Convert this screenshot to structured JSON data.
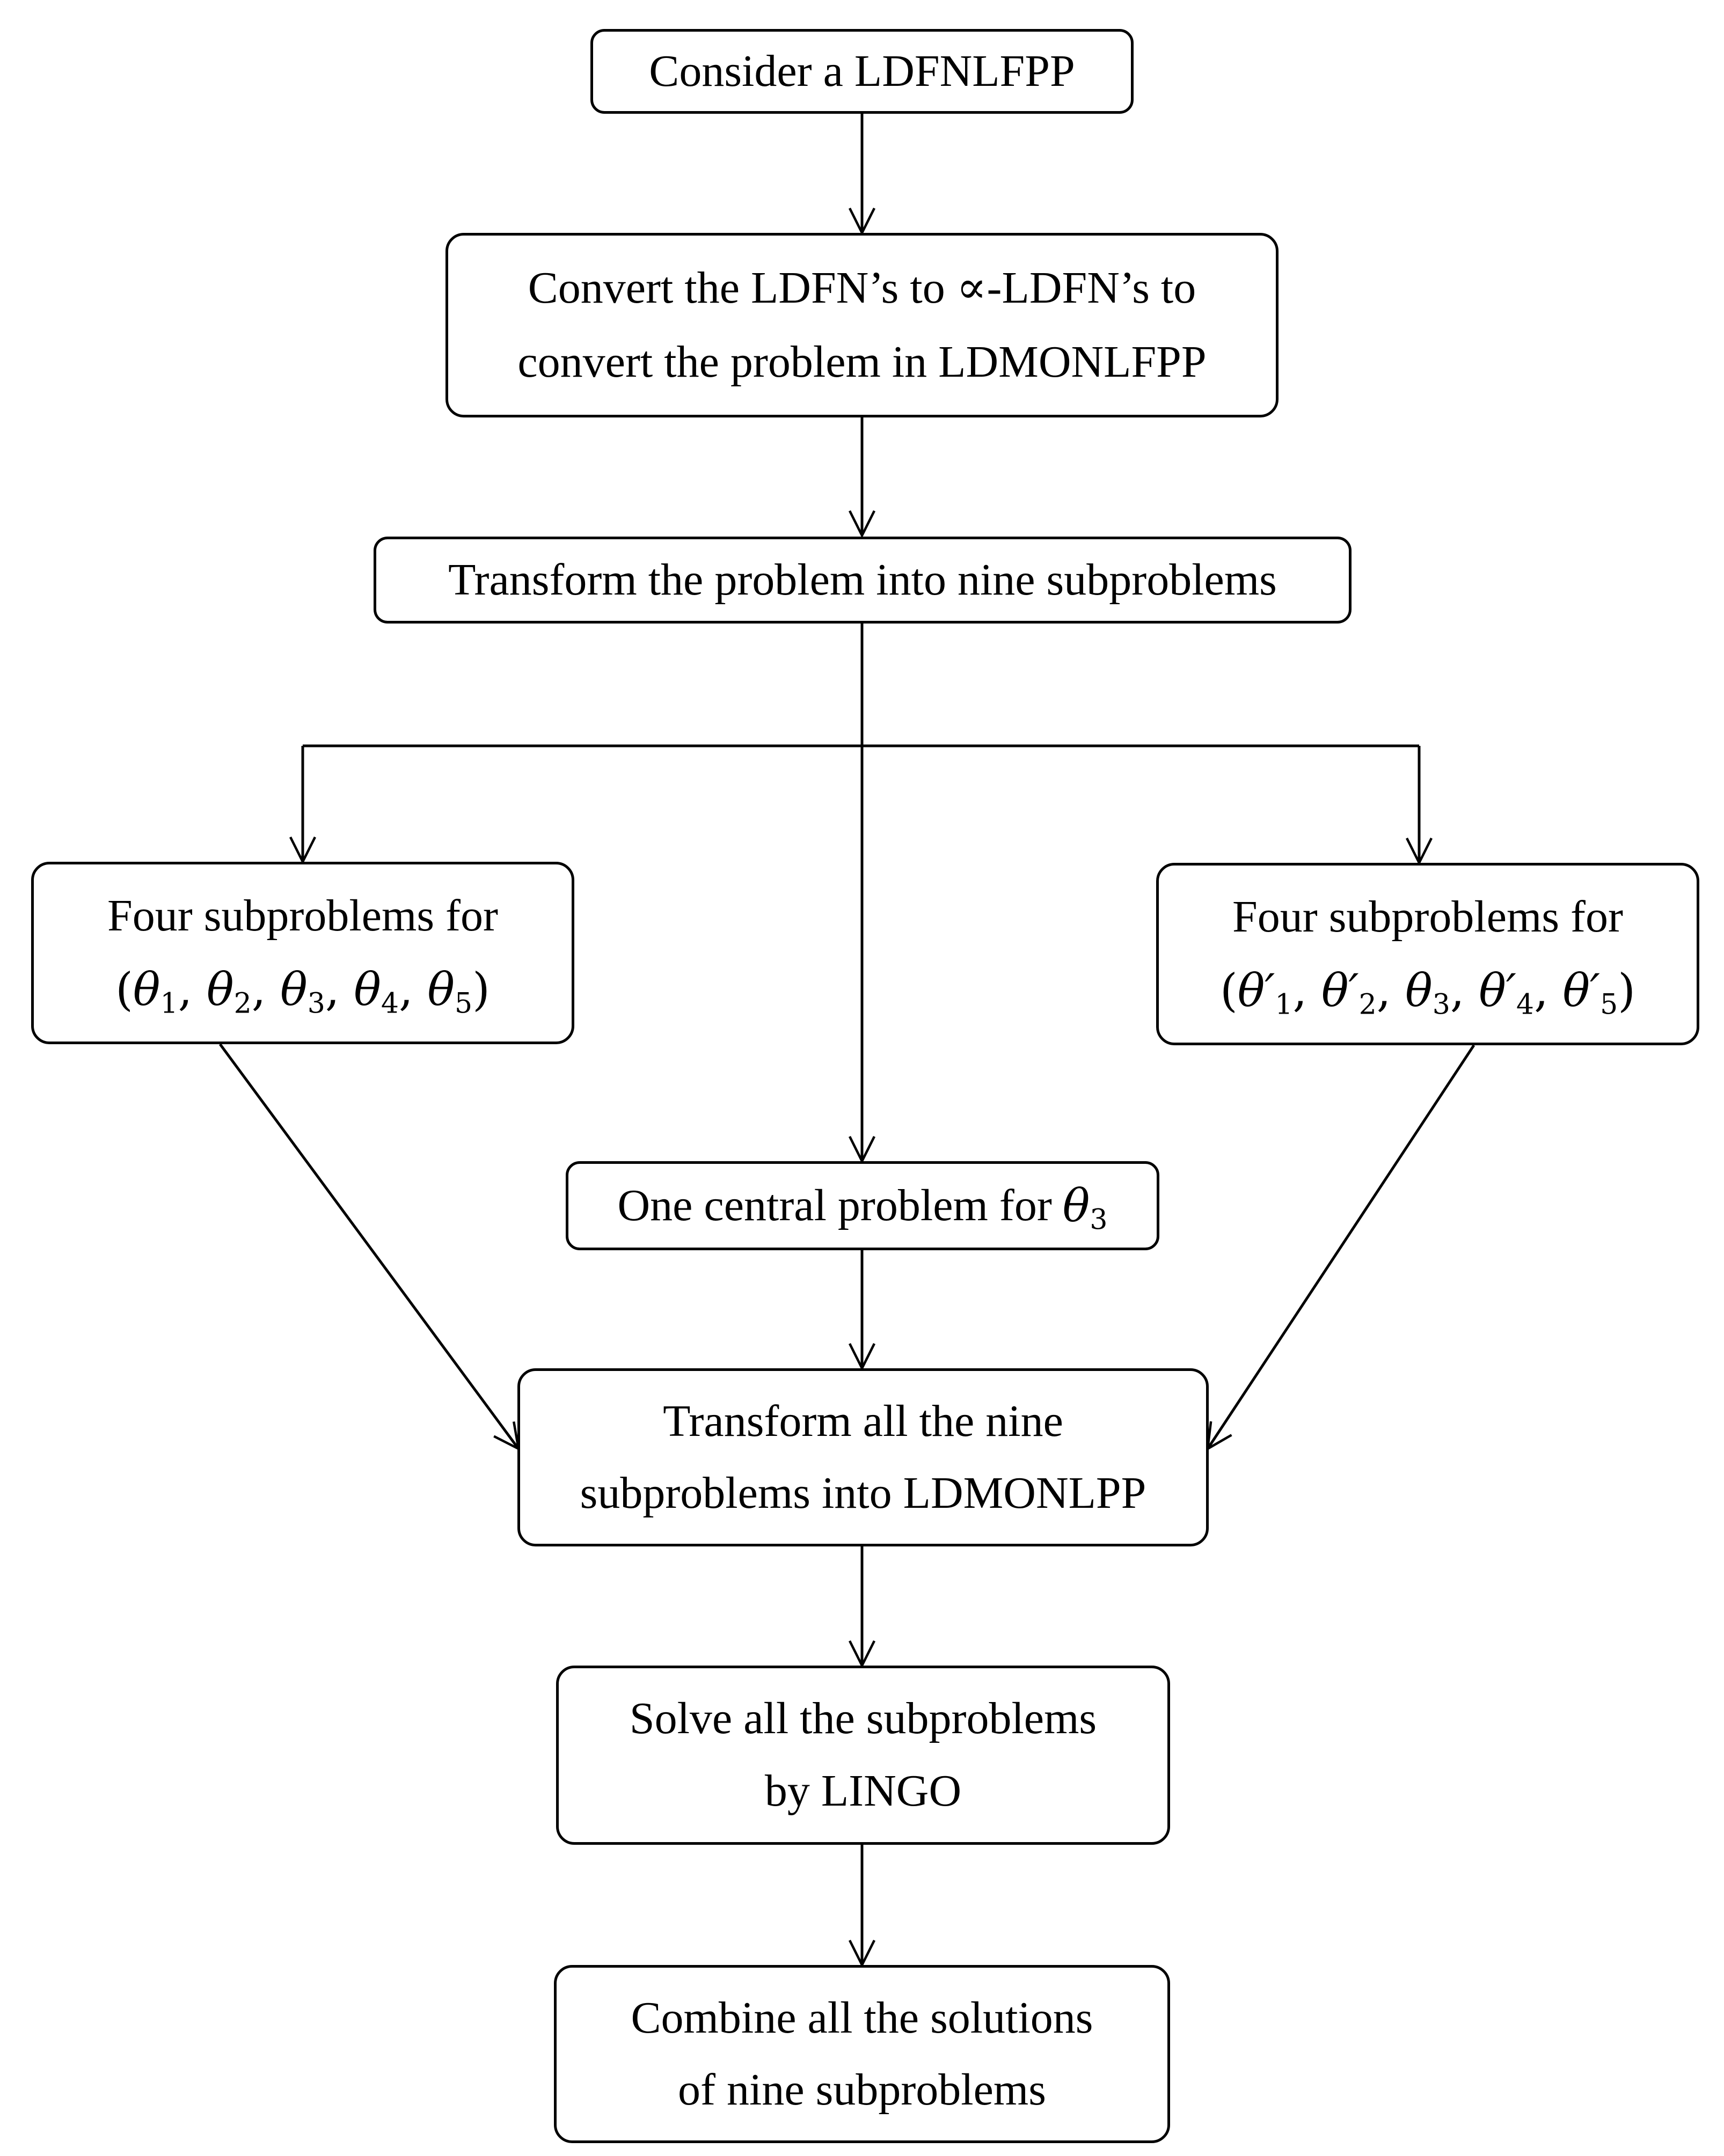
{
  "nodes": {
    "start": {
      "line1": "Consider a LDFNLFPP"
    },
    "convert": {
      "line1": "Convert the LDFN’s to ∝-LDFN’s to",
      "line2": "convert the problem in LDMONLFPP"
    },
    "transform_nine": {
      "line1": "Transform the problem into nine subproblems"
    },
    "left": {
      "line1": "Four subproblems for",
      "math": "(θ1, θ2, θ3, θ4, θ5)"
    },
    "right": {
      "line1": "Four subproblems for",
      "math": "(θ′1, θ′2, θ3, θ′4, θ′5)"
    },
    "central": {
      "line1": "One central problem for",
      "math": "θ3"
    },
    "transform_all": {
      "line1": "Transform all the nine",
      "line2": "subproblems into LDMONLPP"
    },
    "solve": {
      "line1": "Solve all the subproblems",
      "line2": "by LINGO"
    },
    "combine": {
      "line1": "Combine all the solutions",
      "line2": "of nine subproblems"
    }
  },
  "edges": [
    {
      "from": "start",
      "to": "convert"
    },
    {
      "from": "convert",
      "to": "transform_nine"
    },
    {
      "from": "transform_nine",
      "to": "left"
    },
    {
      "from": "transform_nine",
      "to": "central"
    },
    {
      "from": "transform_nine",
      "to": "right"
    },
    {
      "from": "left",
      "to": "transform_all"
    },
    {
      "from": "central",
      "to": "transform_all"
    },
    {
      "from": "right",
      "to": "transform_all"
    },
    {
      "from": "transform_all",
      "to": "solve"
    },
    {
      "from": "solve",
      "to": "combine"
    }
  ],
  "colors": {
    "stroke": "#000000",
    "fill": "#ffffff",
    "text": "#000000"
  }
}
